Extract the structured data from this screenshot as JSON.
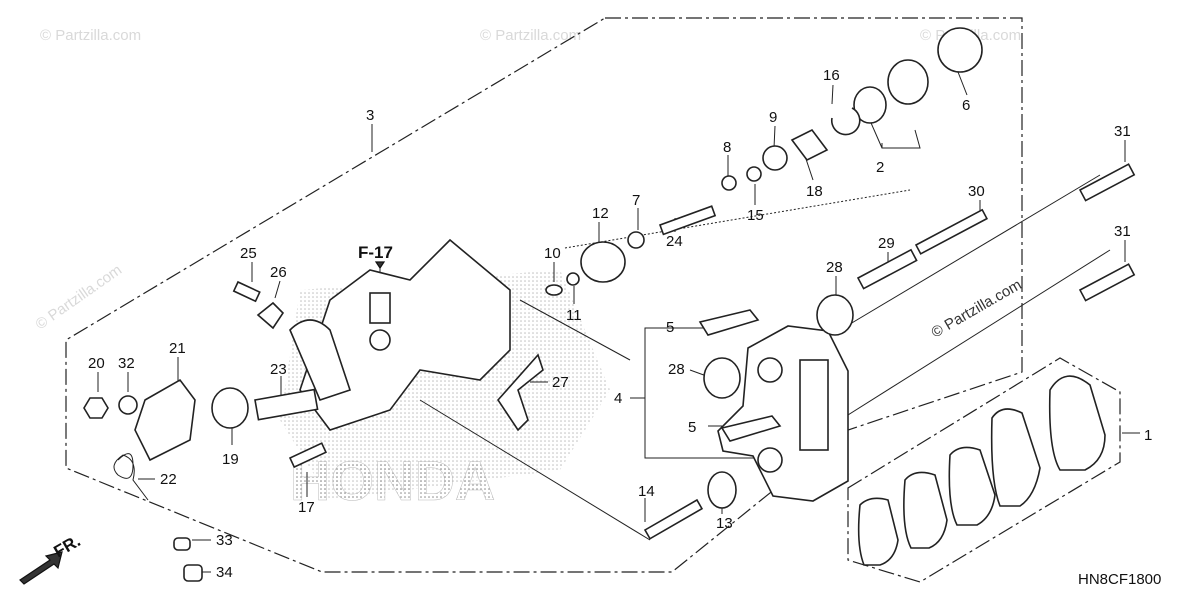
{
  "diagram": {
    "code": "HN8CF1800",
    "front_arrow_label": "FR.",
    "reference_label": "F-17",
    "watermark_large": "© Partzilla.com",
    "watermark_small": "© Partzilla.com",
    "brand_watermark": "HONDA",
    "callouts": [
      {
        "id": "1",
        "text": "1"
      },
      {
        "id": "2",
        "text": "2"
      },
      {
        "id": "3",
        "text": "3"
      },
      {
        "id": "4",
        "text": "4"
      },
      {
        "id": "5a",
        "text": "5"
      },
      {
        "id": "5b",
        "text": "5"
      },
      {
        "id": "6",
        "text": "6"
      },
      {
        "id": "7",
        "text": "7"
      },
      {
        "id": "8",
        "text": "8"
      },
      {
        "id": "9",
        "text": "9"
      },
      {
        "id": "10",
        "text": "10"
      },
      {
        "id": "11",
        "text": "11"
      },
      {
        "id": "12",
        "text": "12"
      },
      {
        "id": "13",
        "text": "13"
      },
      {
        "id": "14",
        "text": "14"
      },
      {
        "id": "15",
        "text": "15"
      },
      {
        "id": "16",
        "text": "16"
      },
      {
        "id": "17",
        "text": "17"
      },
      {
        "id": "18",
        "text": "18"
      },
      {
        "id": "19",
        "text": "19"
      },
      {
        "id": "20",
        "text": "20"
      },
      {
        "id": "21",
        "text": "21"
      },
      {
        "id": "22",
        "text": "22"
      },
      {
        "id": "23",
        "text": "23"
      },
      {
        "id": "24",
        "text": "24"
      },
      {
        "id": "25",
        "text": "25"
      },
      {
        "id": "26",
        "text": "26"
      },
      {
        "id": "27",
        "text": "27"
      },
      {
        "id": "28a",
        "text": "28"
      },
      {
        "id": "28b",
        "text": "28"
      },
      {
        "id": "29",
        "text": "29"
      },
      {
        "id": "30",
        "text": "30"
      },
      {
        "id": "31a",
        "text": "31"
      },
      {
        "id": "31b",
        "text": "31"
      },
      {
        "id": "32",
        "text": "32"
      },
      {
        "id": "33",
        "text": "33"
      },
      {
        "id": "34",
        "text": "34"
      }
    ]
  }
}
